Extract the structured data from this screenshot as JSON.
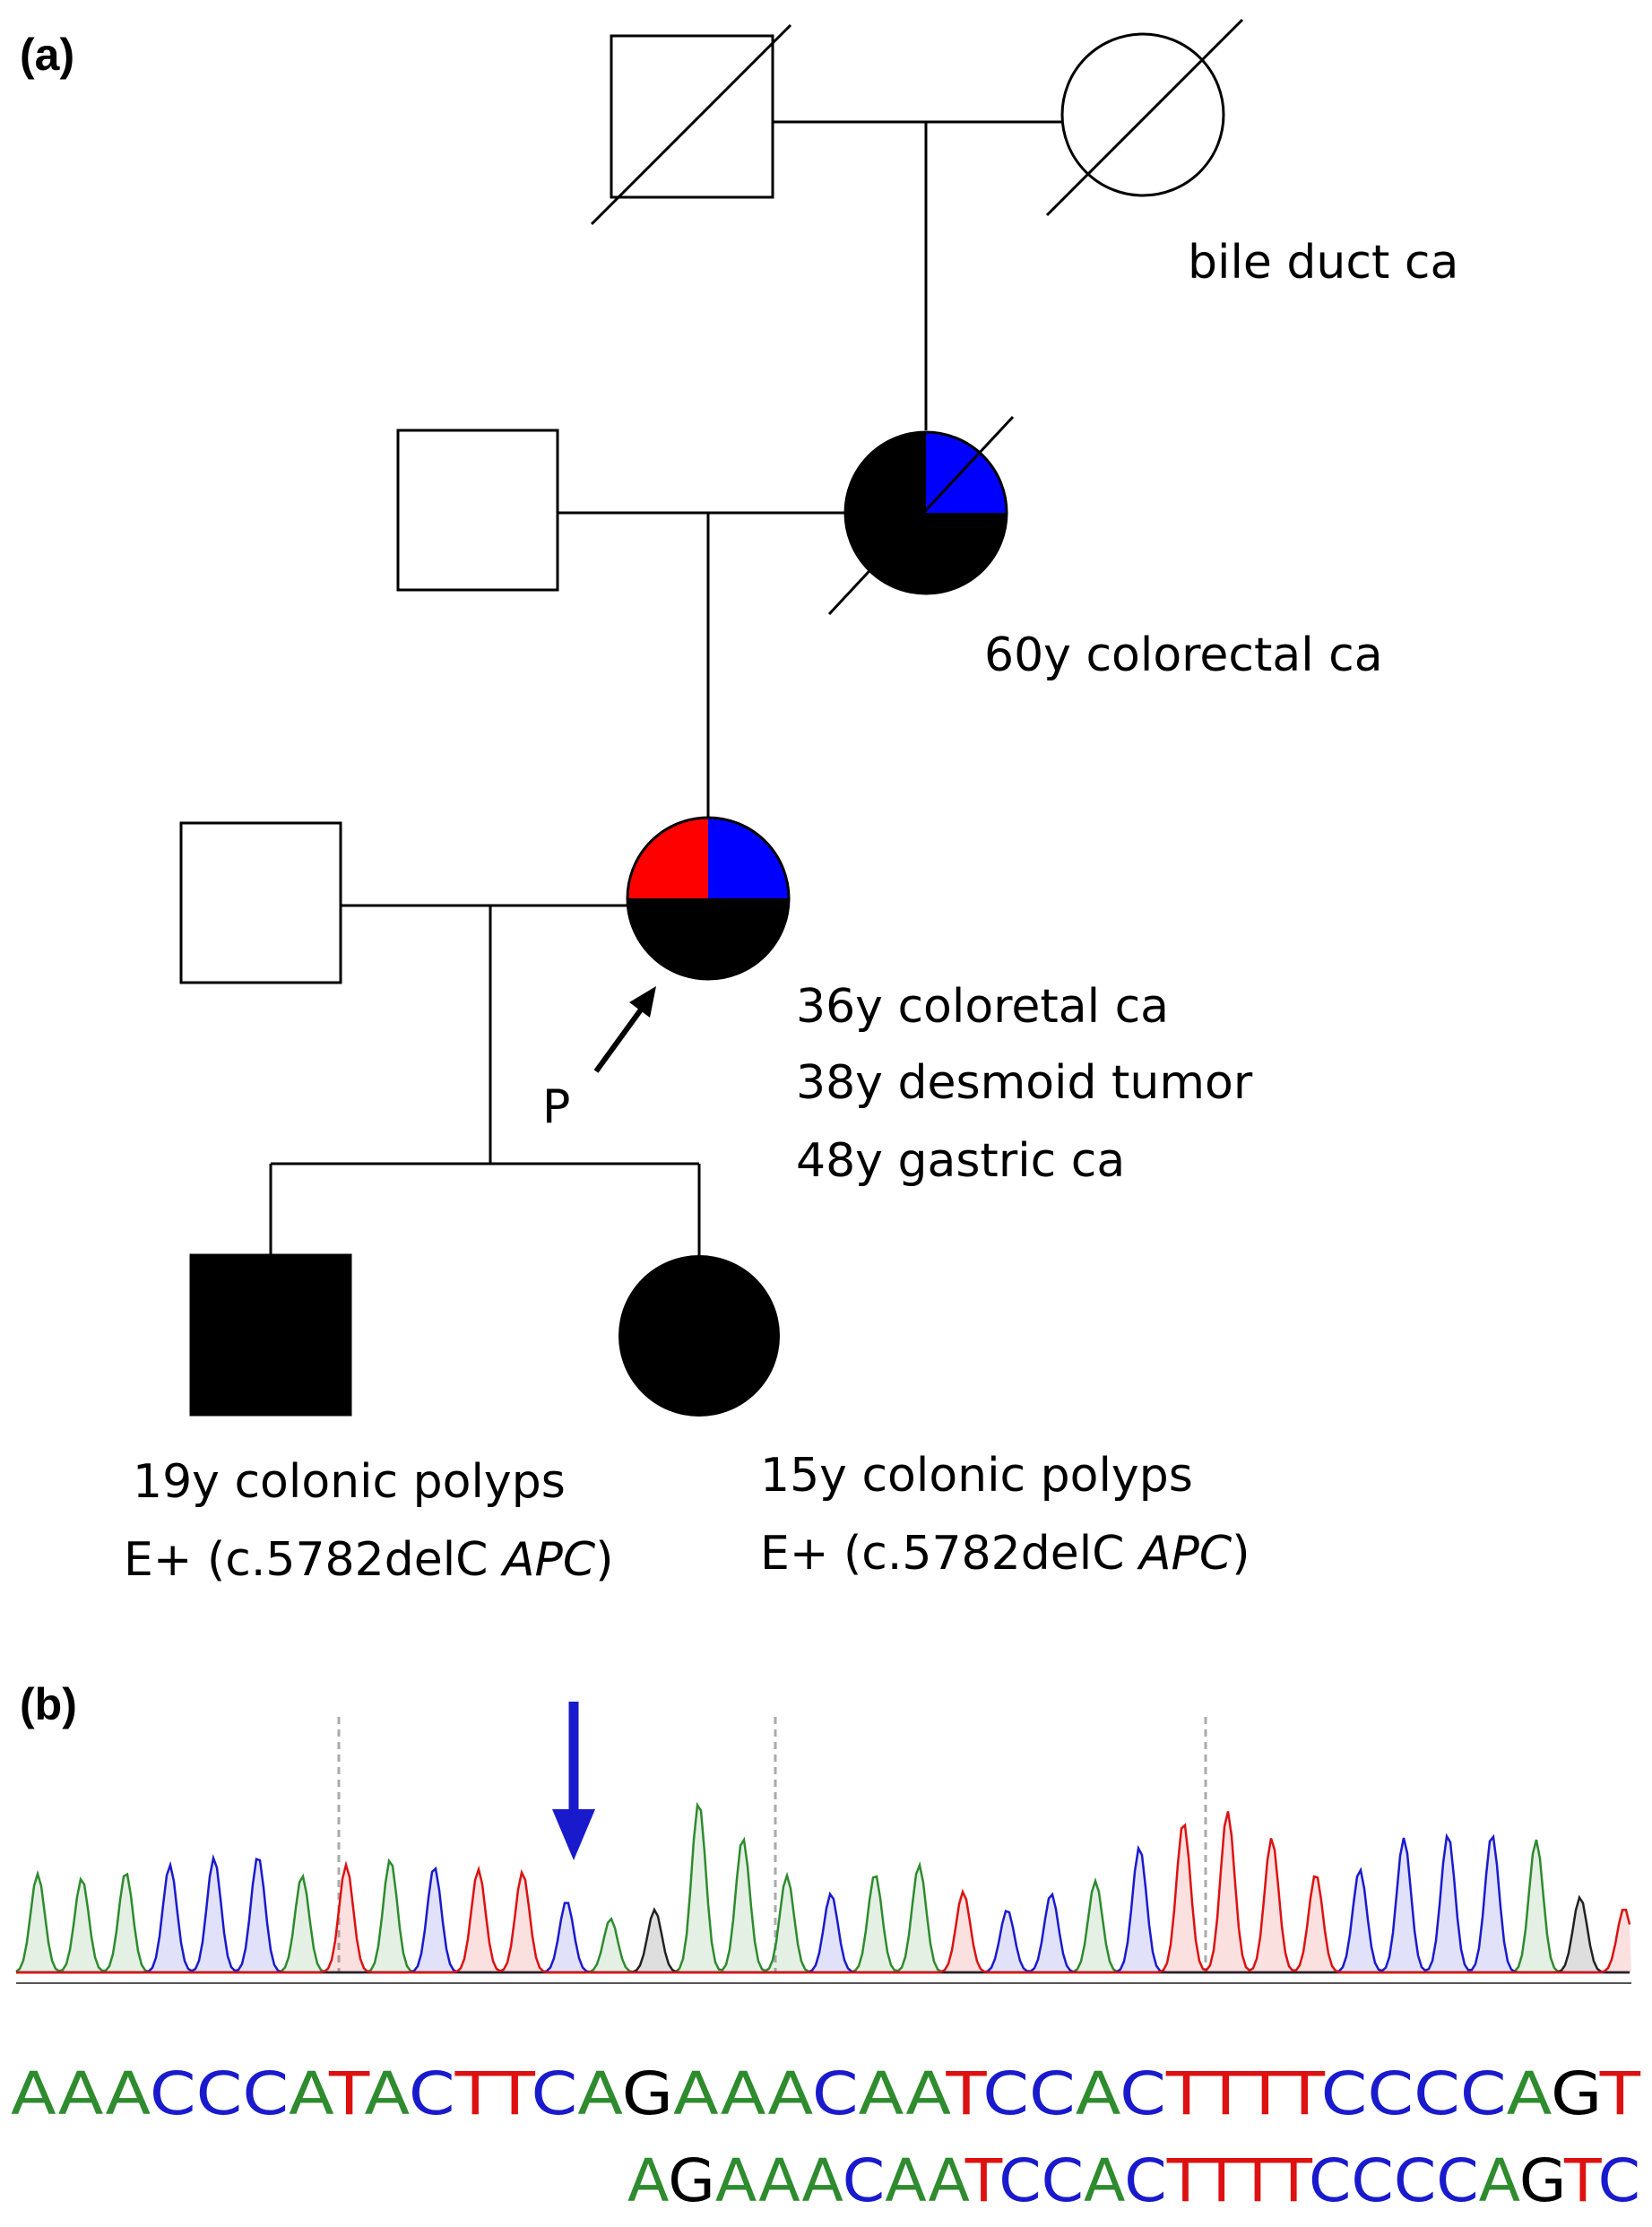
{
  "panel_a": {
    "label": "(a)",
    "bile_duct": "bile duct ca",
    "grandmother_note": "60y colorectal ca",
    "proband_notes": [
      "36y coloretal ca",
      "38y desmoid tumor",
      "48y gastric ca"
    ],
    "proband_marker": "P",
    "son_notes": {
      "line1": "19y colonic polyps",
      "line2_prefix": "E+ (c.5782delC ",
      "gene": "APC",
      "line2_suffix": ")"
    },
    "daughter_notes": {
      "line1": "15y colonic polyps",
      "line2_prefix": "E+ (c.5782delC ",
      "gene": "APC",
      "line2_suffix": ")"
    },
    "colors": {
      "affected": "#000000",
      "blue_quadrant": "#0000ff",
      "red_quadrant": "#ff0000",
      "unaffected": "#ffffff"
    }
  },
  "panel_b": {
    "label": "(b)",
    "sequence_top": "AAACCCATACTTCAGAAACAATCCACTTTTCCCCAGT",
    "sequence_bottom": "AGAAACAATCCACTTTTCCCCAGTC",
    "base_colors": {
      "A": "#2e8b2e",
      "C": "#1a1acd",
      "G": "#000000",
      "T": "#dd1111"
    },
    "mutation_arrow_color": "#1a1acd"
  }
}
